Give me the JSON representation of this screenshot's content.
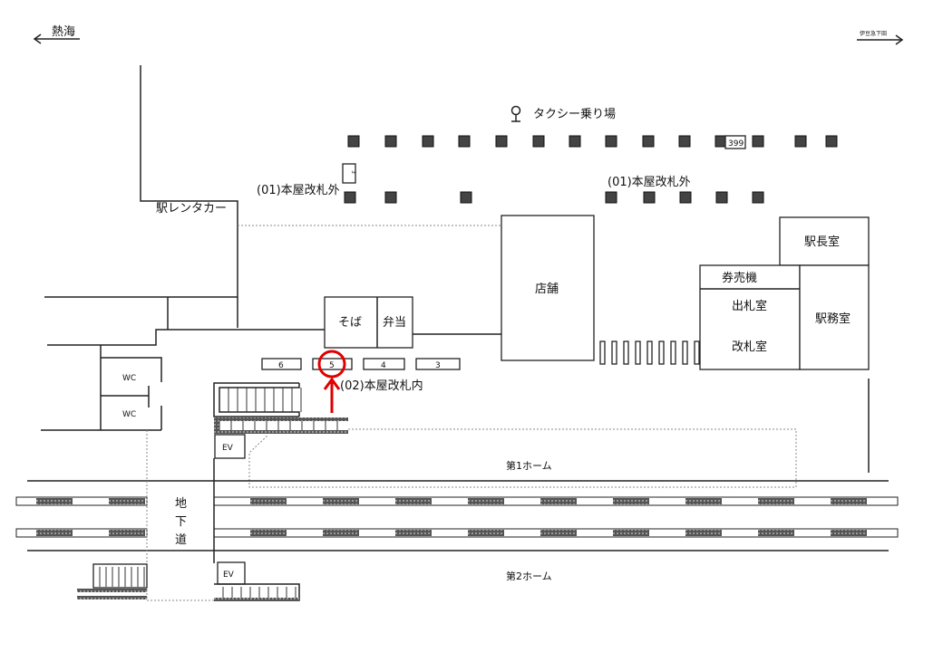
{
  "directions": {
    "left": "熱海",
    "right": "伊豆急下田"
  },
  "taxi": {
    "label": "タクシー乗り場"
  },
  "parking_number": "399",
  "vertical_box_number": "3",
  "labels": {
    "exit_outside_1": "(01)本屋改札外",
    "exit_outside_2": "(01)本屋改札外",
    "exit_inside": "(02)本屋改札内",
    "rental_car": "駅レンタカー",
    "shop": "店舗",
    "soba": "そば",
    "bento": "弁当",
    "station_master": "駅長室",
    "ticket_machine": "券売機",
    "ticket_office": "出札室",
    "gate_office": "改札室",
    "station_office": "駅務室",
    "wc1": "WC",
    "wc2": "WC",
    "ev1": "EV",
    "ev2": "EV",
    "platform1": "第1ホーム",
    "platform2": "第2ホーム",
    "underpass": [
      "地",
      "下",
      "道"
    ]
  },
  "gates": [
    "6",
    "5",
    "4",
    "3"
  ],
  "highlighted_gate": "5",
  "colors": {
    "highlight": "#e00000"
  }
}
